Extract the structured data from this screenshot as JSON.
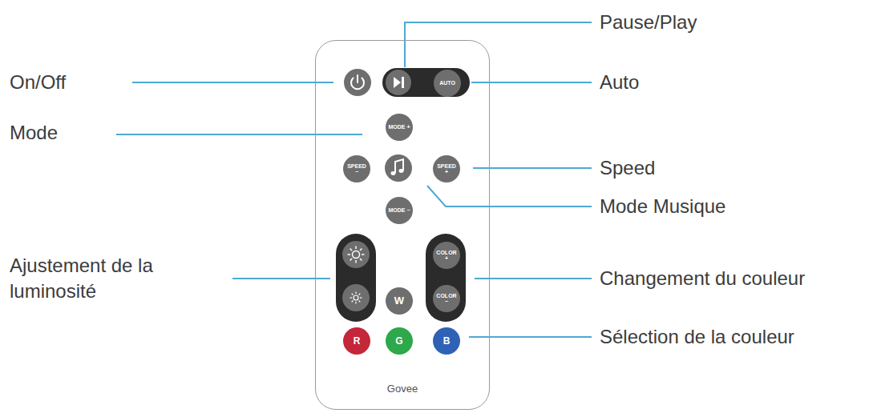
{
  "diagram": {
    "nodes": [
      {
        "text": [
          "Govee"
        ]
      },
      {
        "text": [
          "AUTO"
        ],
        "in": 0
      },
      {
        "text": [
          "MODE +"
        ],
        "in": 0
      },
      {
        "text": [
          "SPEED −"
        ],
        "in": 0
      },
      {
        "text": [
          "SPEED +"
        ],
        "in": 0
      },
      {
        "text": [
          "MODE −"
        ],
        "in": 0
      },
      {
        "text": [
          "COLOR +"
        ],
        "in": 0
      },
      {
        "text": [
          "W"
        ],
        "in": 0
      },
      {
        "text": [
          "COLOR −"
        ],
        "in": 0
      },
      {
        "text": [
          "R"
        ],
        "in": 0
      },
      {
        "text": [
          "G"
        ],
        "in": 0
      },
      {
        "text": [
          "B"
        ],
        "in": 0
      }
    ],
    "labels": [
      "Pause/Play",
      "On/Off",
      "Auto",
      "Mode",
      "Speed",
      "Mode Musique",
      "Ajustement de la luminosité",
      "Changement du couleur",
      "Sélection de la couleur"
    ]
  }
}
